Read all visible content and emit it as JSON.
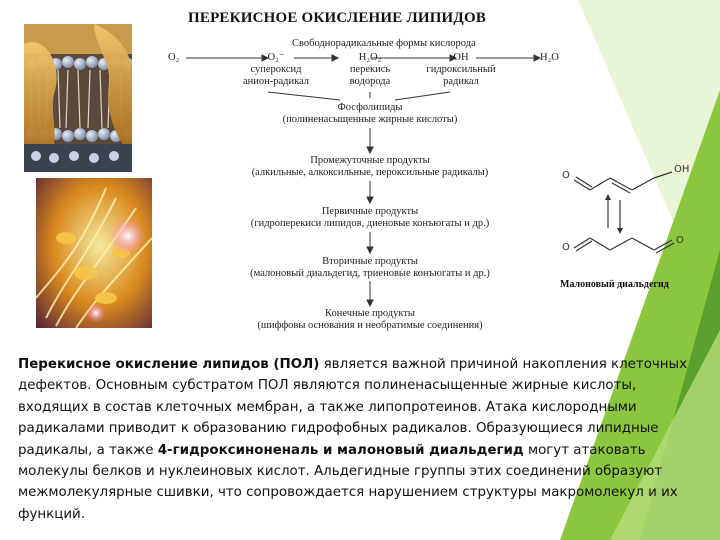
{
  "title": "ПЕРЕКИСНОЕ ОКИСЛЕНИЕ ЛИПИДОВ",
  "diagram": {
    "header": "Свободнорадикальные формы кислорода",
    "o2_left": "O₂",
    "h2o_right": "H₂O",
    "species": [
      {
        "formula": "O₂⁻",
        "name1": "супероксид",
        "name2": "анион-радикал"
      },
      {
        "formula": "H₂O₂",
        "name1": "перекись",
        "name2": "водорода"
      },
      {
        "formula": "OH",
        "name1": "гидроксильный",
        "name2": "радикал"
      }
    ],
    "stages": [
      {
        "title": "Фосфолипиды",
        "detail": "(полиненасыщенные жирные кислоты)"
      },
      {
        "title": "Промежуточные продукты",
        "detail": "(алкильные, алкоксильные, пероксильные радикалы)"
      },
      {
        "title": "Первичные продукты",
        "detail": "(гидроперекиси липидов, диеновые конъюгаты и др.)"
      },
      {
        "title": "Вторичные продукты",
        "detail": "(малоновый диальдегид, триеновые конъюгаты и др.)"
      },
      {
        "title": "Конечные продукты",
        "detail": "(шиффовы основания и необратимые соединения)"
      }
    ]
  },
  "chem": {
    "caption": "Малоновый диальдегид",
    "labels": {
      "oh": "OH",
      "o": "O"
    }
  },
  "paragraph": {
    "lead_bold": "Перекисное окисление липидов (ПОЛ)",
    "part1": " является важной причиной накопления клеточных дефектов. Основным субстратом ПОЛ являются полиненасыщенные жирные кислоты, входящих в состав клеточных мембран, а также липопротеинов. Атака кислородными радикалами приводит к образованию гидрофобных радикалов. Образующиеся липидные радикалы, а также ",
    "bold2": "4-гидроксиноненаль и малоновый диальдегид",
    "part2": " могут атаковать молекулы белков и нуклеиновых кислот. Альдегидные группы этих соединений образуют межмолекулярные сшивки, что сопровождается нарушением структуры макромолекул и их функций."
  },
  "colors": {
    "accent": "#8cc63f",
    "accent_dark": "#5aa02c"
  }
}
